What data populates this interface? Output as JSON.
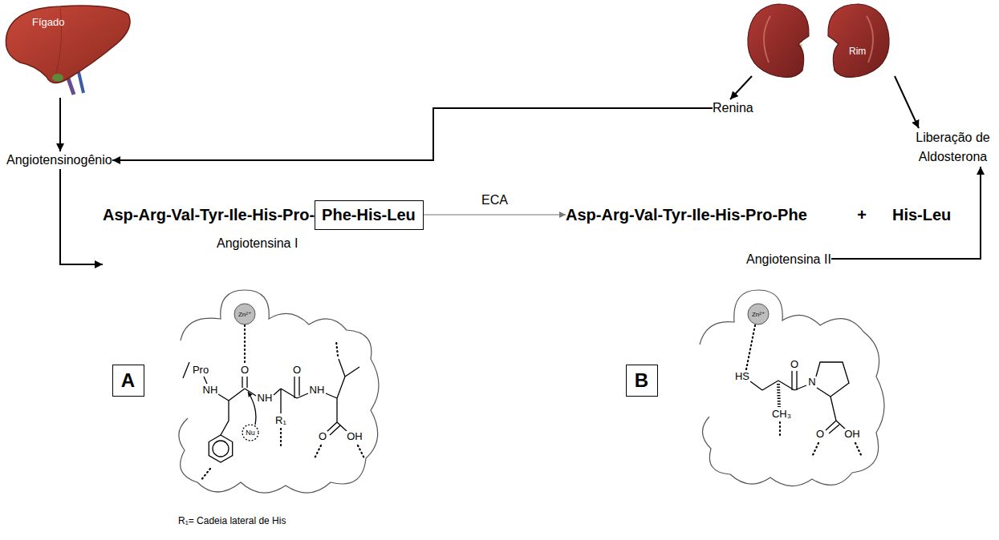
{
  "diagram": {
    "nodes": [
      {
        "text": [
          "Fígado"
        ]
      },
      {
        "text": [
          "Rim"
        ]
      },
      {
        "text": [
          "Renina"
        ]
      },
      {
        "text": [
          "Angiotensinogênio"
        ]
      },
      {
        "text": [
          "Liberação de Aldosterona"
        ]
      },
      {
        "text": [
          "Asp-Arg-Val-Tyr-Ile-His-Pro-",
          "Angiotensina I"
        ]
      },
      {
        "text": [
          "Phe-His-Leu"
        ],
        "in": 5
      },
      {
        "text": [
          "Asp-Arg-Val-Tyr-Ile-His-Pro-Phe",
          "Angiotensina II"
        ]
      },
      {
        "text": [
          "His-Leu"
        ]
      },
      {
        "text": [
          "A"
        ]
      },
      {
        "text": [
          "B"
        ]
      }
    ],
    "edges": [
      {
        "from": 0,
        "to": 3,
        "arrow": "to"
      },
      {
        "from": 1,
        "to": 2,
        "arrow": "to"
      },
      {
        "from": 1,
        "to": 4,
        "arrow": "to"
      },
      {
        "from": 2,
        "to": 3,
        "arrow": "to"
      },
      {
        "from": 3,
        "to": 5,
        "arrow": "to"
      },
      {
        "from": 5,
        "to": 7,
        "arrow": "to",
        "label": "ECA"
      },
      {
        "from": 7,
        "to": 4,
        "arrow": "to"
      }
    ],
    "labels": [
      "+",
      "R₁= Cadeia lateral de His",
      "Zn²⁺",
      "Pro",
      "NH",
      "O",
      "NH",
      "O",
      "NH",
      "Nu",
      "R₁",
      "O",
      "OH",
      "Zn²⁺",
      "HS",
      "O",
      "N",
      "CH₃",
      "O",
      "OH"
    ]
  }
}
